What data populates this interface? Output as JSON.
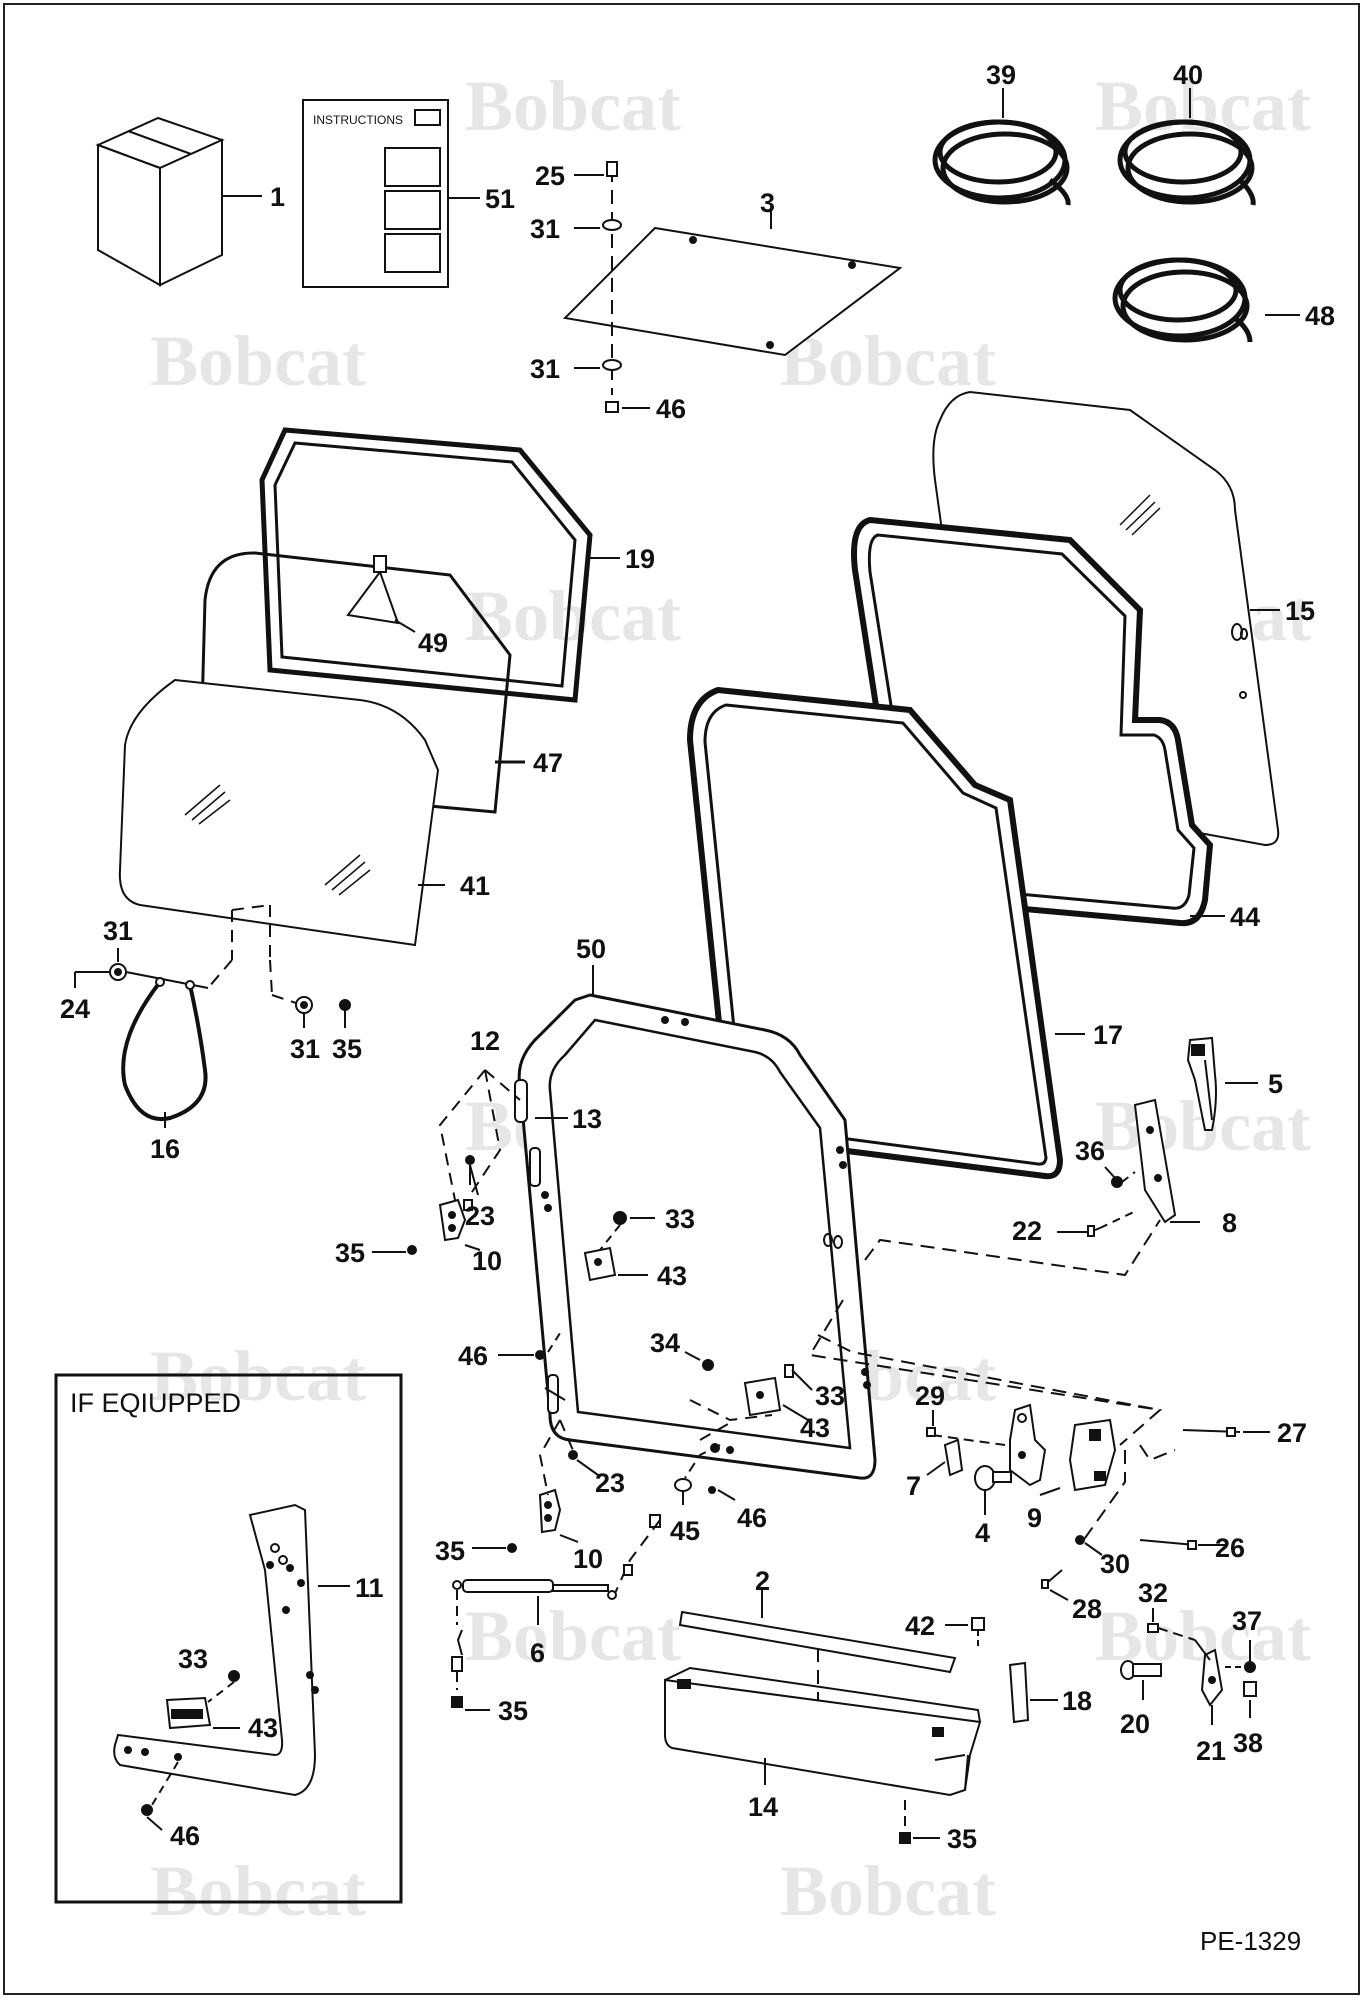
{
  "watermark": {
    "text": "Bobcat"
  },
  "inset": {
    "title": "IF EQIUPPED"
  },
  "instructions_card": {
    "heading": "INSTRUCTIONS"
  },
  "reference": {
    "code": "PE-1329"
  },
  "callouts": [
    {
      "id": "c1",
      "text": "1"
    },
    {
      "id": "c51",
      "text": "51"
    },
    {
      "id": "c25",
      "text": "25"
    },
    {
      "id": "c31a",
      "text": "31"
    },
    {
      "id": "c3",
      "text": "3"
    },
    {
      "id": "c31b",
      "text": "31"
    },
    {
      "id": "c46a",
      "text": "46"
    },
    {
      "id": "c39",
      "text": "39"
    },
    {
      "id": "c40",
      "text": "40"
    },
    {
      "id": "c48",
      "text": "48"
    },
    {
      "id": "c19",
      "text": "19"
    },
    {
      "id": "c49",
      "text": "49"
    },
    {
      "id": "c47",
      "text": "47"
    },
    {
      "id": "c41",
      "text": "41"
    },
    {
      "id": "c15",
      "text": "15"
    },
    {
      "id": "c44",
      "text": "44"
    },
    {
      "id": "c31c",
      "text": "31"
    },
    {
      "id": "c24",
      "text": "24"
    },
    {
      "id": "c31d",
      "text": "31"
    },
    {
      "id": "c35a",
      "text": "35"
    },
    {
      "id": "c16",
      "text": "16"
    },
    {
      "id": "c50",
      "text": "50"
    },
    {
      "id": "c17",
      "text": "17"
    },
    {
      "id": "c12",
      "text": "12"
    },
    {
      "id": "c13",
      "text": "13"
    },
    {
      "id": "c5",
      "text": "5"
    },
    {
      "id": "c36",
      "text": "36"
    },
    {
      "id": "c23a",
      "text": "23"
    },
    {
      "id": "c8",
      "text": "8"
    },
    {
      "id": "c22",
      "text": "22"
    },
    {
      "id": "c35b",
      "text": "35"
    },
    {
      "id": "c10a",
      "text": "10"
    },
    {
      "id": "c33a",
      "text": "33"
    },
    {
      "id": "c43a",
      "text": "43"
    },
    {
      "id": "c46b",
      "text": "46"
    },
    {
      "id": "c34",
      "text": "34"
    },
    {
      "id": "c33b",
      "text": "33"
    },
    {
      "id": "c43b",
      "text": "43"
    },
    {
      "id": "c29",
      "text": "29"
    },
    {
      "id": "c27",
      "text": "27"
    },
    {
      "id": "c7",
      "text": "7"
    },
    {
      "id": "c4",
      "text": "4"
    },
    {
      "id": "c9",
      "text": "9"
    },
    {
      "id": "c23b",
      "text": "23"
    },
    {
      "id": "c46c",
      "text": "46"
    },
    {
      "id": "c35c",
      "text": "35"
    },
    {
      "id": "c10b",
      "text": "10"
    },
    {
      "id": "c45",
      "text": "45"
    },
    {
      "id": "c30",
      "text": "30"
    },
    {
      "id": "c26",
      "text": "26"
    },
    {
      "id": "c28",
      "text": "28"
    },
    {
      "id": "c11",
      "text": "11"
    },
    {
      "id": "c2",
      "text": "2"
    },
    {
      "id": "c32",
      "text": "32"
    },
    {
      "id": "c37",
      "text": "37"
    },
    {
      "id": "c42",
      "text": "42"
    },
    {
      "id": "c6",
      "text": "6"
    },
    {
      "id": "c33c",
      "text": "33"
    },
    {
      "id": "c43c",
      "text": "43"
    },
    {
      "id": "c18",
      "text": "18"
    },
    {
      "id": "c20",
      "text": "20"
    },
    {
      "id": "c21",
      "text": "21"
    },
    {
      "id": "c38",
      "text": "38"
    },
    {
      "id": "c35d",
      "text": "35"
    },
    {
      "id": "c14",
      "text": "14"
    },
    {
      "id": "c35e",
      "text": "35"
    },
    {
      "id": "c46d",
      "text": "46"
    }
  ]
}
